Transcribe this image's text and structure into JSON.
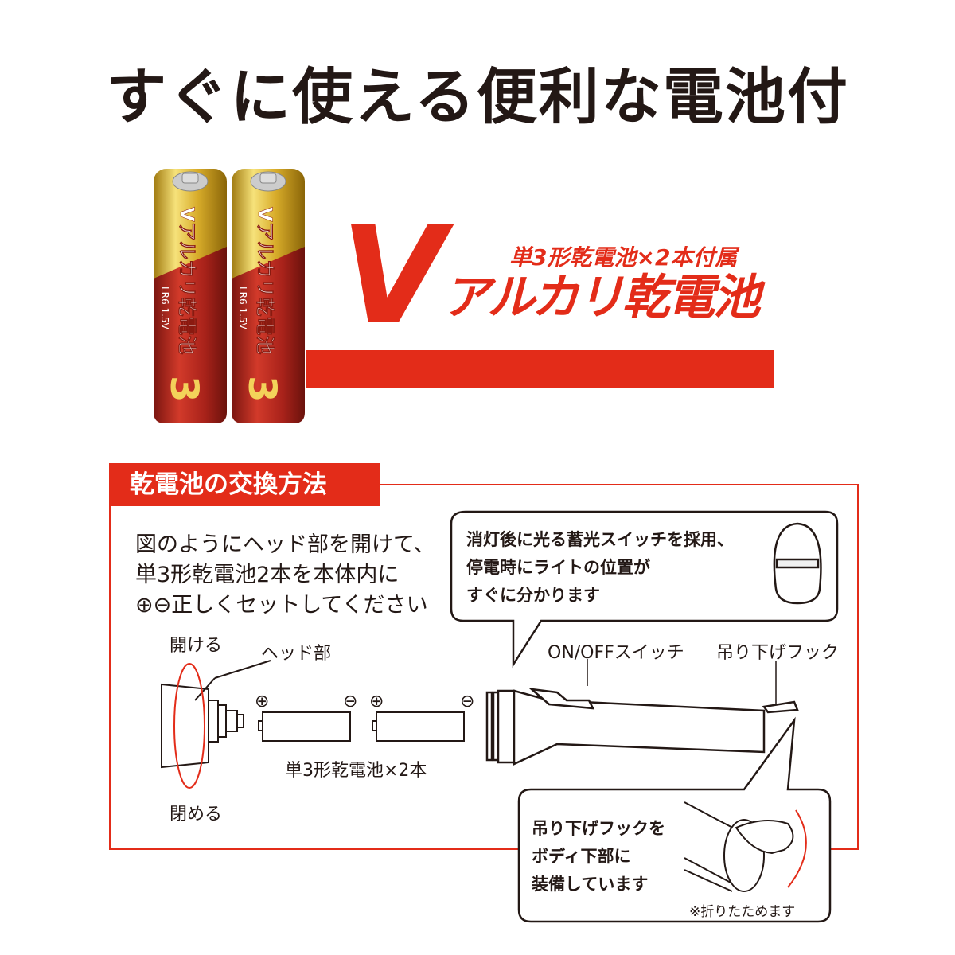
{
  "title": "すぐに使える便利な電池付",
  "product": {
    "logo_letter": "V",
    "tagline": "単3形乾電池×2本付属",
    "name": "アルカリ乾電池",
    "battery_label_text": "Vアルカリ乾電池",
    "battery_size_mark": "3",
    "battery_spec": "LR6 1.5V"
  },
  "section": {
    "heading": "乾電池の交換方法",
    "instructions": [
      "図のようにヘッド部を開けて、",
      "単3形乾電池2本を本体内に",
      "⊕⊖正しくセットしてください"
    ],
    "switch_callout": [
      "消灯後に光る蓄光スイッチを採用、",
      "停電時にライトの位置が",
      "すぐに分かります"
    ],
    "labels": {
      "open": "開ける",
      "close": "閉める",
      "head": "ヘッド部",
      "switch": "ON/OFFスイッチ",
      "hook": "吊り下げフック",
      "batteries": "単3形乾電池×2本",
      "plus": "⊕",
      "minus": "⊖"
    },
    "hook_callout": [
      "吊り下げフックを",
      "ボディ下部に",
      "装備しています"
    ],
    "hook_note": "※折りたためます"
  },
  "colors": {
    "accent": "#e32c19",
    "text": "#231815",
    "battery_gold": "#d9b43a",
    "battery_red": "#b8231b"
  }
}
